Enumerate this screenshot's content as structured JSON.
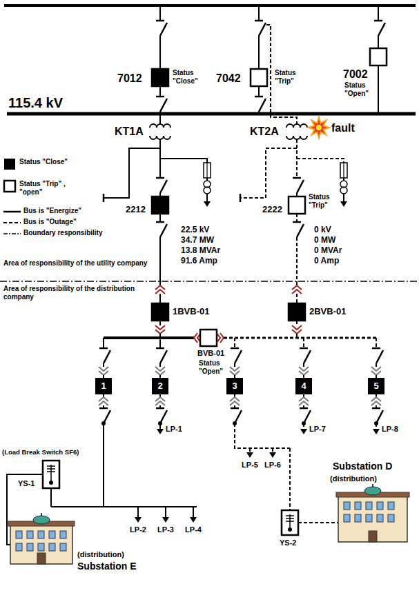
{
  "diagram": {
    "nodes": [
      {
        "text": [
          "1"
        ]
      },
      {
        "text": [
          "2"
        ]
      },
      {
        "text": [
          "3"
        ]
      },
      {
        "text": [
          "4"
        ]
      },
      {
        "text": [
          "5"
        ]
      }
    ],
    "labels": [
      "7012",
      "Status \"Close\"",
      "7042",
      "Status \"Trip\"",
      "7002",
      "Status \"Open\"",
      "115.4 kV",
      "KT1A",
      "KT2A",
      "fault",
      "2212",
      "2222",
      "Status \"Trip\"",
      "22.5 kV",
      "34.7 MW",
      "13.8 MVAr",
      "91.6 Amp",
      "0 kV",
      "0 MW",
      "0 MVAr",
      "0 Amp",
      "Area of responsibility of the utility company",
      "Area of responsibility of the distribution company",
      "1BVB-01",
      "2BVB-01",
      "BVB-01",
      "Status \"Open\"",
      "(Load Break Switch SF6)",
      "YS-1",
      "LP-1",
      "LP-2",
      "LP-3",
      "LP-4",
      "LP-5",
      "LP-6",
      "LP-7",
      "LP-8",
      "(distribution)",
      "Substation E",
      "Substation D",
      "(distribution)",
      "YS-2"
    ],
    "legend": [
      {
        "text": "Status \"Close\"",
        "color": "#000000"
      },
      {
        "text": "Status \"Trip\" , \"open\""
      },
      {
        "text": "Bus is \"Energize\""
      },
      {
        "text": "Bus is \"Outage\""
      },
      {
        "text": "Boundary responsibility"
      }
    ]
  }
}
